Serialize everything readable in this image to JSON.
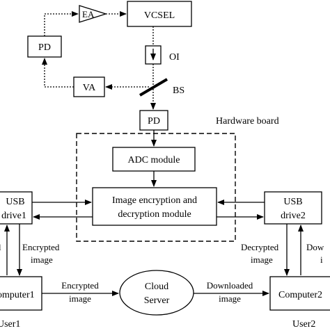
{
  "diagram": {
    "nodes": {
      "ea": "EA",
      "vcsel": "VCSEL",
      "pd_top": "PD",
      "oi": "OI",
      "va": "VA",
      "bs": "BS",
      "pd_mid": "PD",
      "hardware_board": "Hardware board",
      "adc": "ADC module",
      "enc_line1": "Image encryption and",
      "enc_line2": "decryption module",
      "usb1_line1": "USB",
      "usb1_line2": "drive1",
      "usb2_line1": "USB",
      "usb2_line2": "drive2",
      "computer1": "omputer1",
      "computer2": "Computer2",
      "cloud_line1": "Cloud",
      "cloud_line2": "Server",
      "user1": "User1",
      "user2": "User2"
    },
    "edge_labels": {
      "left_enc_line1": "Encrypted",
      "left_enc_line2": "image",
      "left_clip": "l",
      "mid_enc_line1": "Encrypted",
      "mid_enc_line2": "image",
      "down_line1": "Downloaded",
      "down_line2": "image",
      "right_dec_line1": "Decrypted",
      "right_dec_line2": "image",
      "right_clip_line1": "Dow",
      "right_clip_line2": "i"
    }
  }
}
